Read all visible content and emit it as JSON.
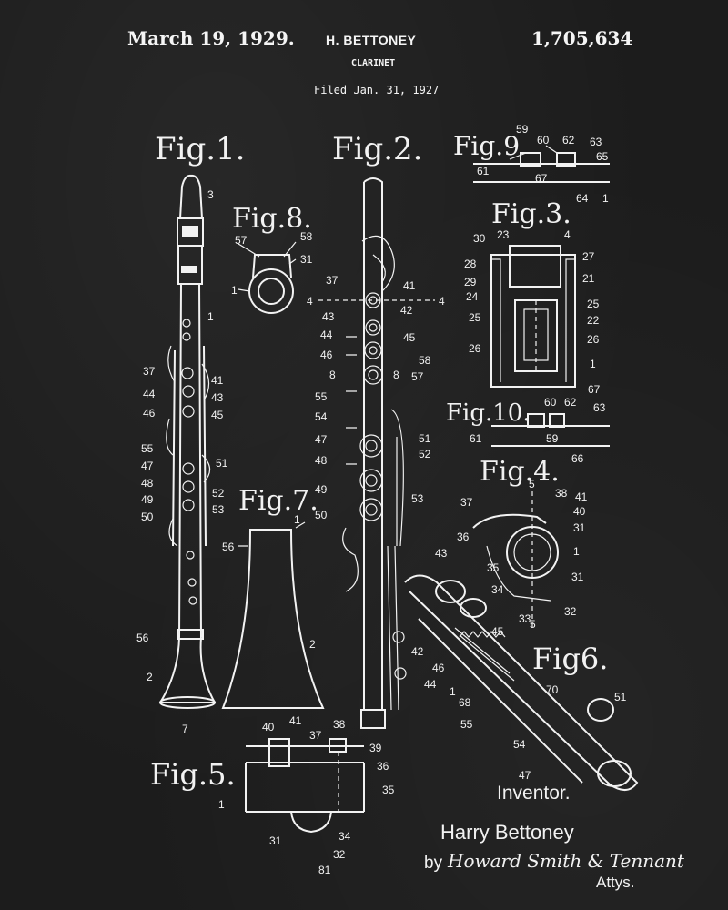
{
  "header": {
    "date": "March 19, 1929.",
    "inventor": "H. BETTONEY",
    "title": "CLARINET",
    "filed": "Filed Jan. 31, 1927",
    "patent_number": "1,705,634"
  },
  "figures": {
    "fig1": "Fig.1.",
    "fig2": "Fig.2.",
    "fig3": "Fig.3.",
    "fig4": "Fig.4.",
    "fig5": "Fig.5.",
    "fig6": "Fig6.",
    "fig7": "Fig.7.",
    "fig8": "Fig.8.",
    "fig9": "Fig.9",
    "fig10": "Fig.10."
  },
  "signature": {
    "inventor_label": "Inventor.",
    "inventor_name": "Harry Bettoney",
    "by": "by",
    "attorney": "Howard Smith & Tennant",
    "attys": "Attys."
  },
  "colors": {
    "background": "#1c1c1c",
    "ink": "#f2f2f2"
  }
}
